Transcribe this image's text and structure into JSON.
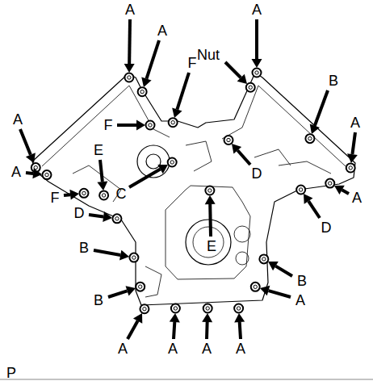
{
  "diagram": {
    "labels": [
      "A",
      "A",
      "Nut",
      "A",
      "F",
      "F",
      "B",
      "A",
      "A",
      "E",
      "C",
      "D",
      "A",
      "F",
      "D",
      "A",
      "D",
      "E",
      "B",
      "B",
      "B",
      "A",
      "A",
      "A",
      "A",
      "A",
      "P"
    ]
  }
}
